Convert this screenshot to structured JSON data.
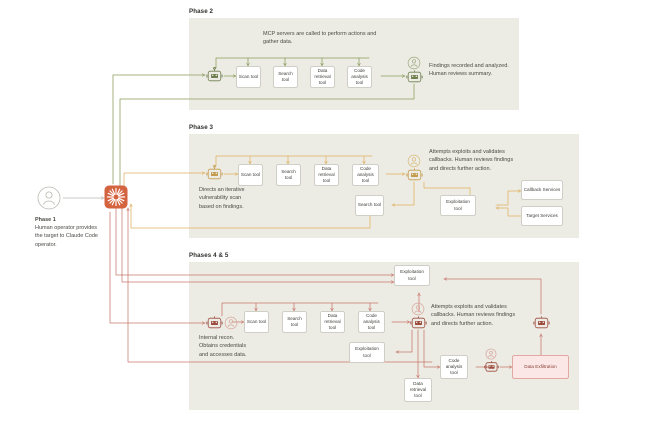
{
  "diagram": {
    "title_hidden": "",
    "colors": {
      "panel_bg": "#ecece4",
      "phase2_accent": "#8a9a5b",
      "phase3_accent": "#e0b062",
      "phase45_accent": "#c9776c",
      "hub": "#d4633f",
      "danger_fill": "#fbe7e6",
      "danger_stroke": "#e2a9a3",
      "box_stroke": "#cfcfc7",
      "text": "#3d3d3a"
    },
    "phase1": {
      "icon": "person-icon",
      "title": "Phase 1",
      "body": "Human operator provides the target to Claude Code operator.",
      "hub_icon": "claude-starburst-icon"
    },
    "panels": [
      {
        "id": "phase2",
        "label": "Phase 2",
        "caption": "MCP servers are called to perform actions and gather data.",
        "agent_icon": "robot-icon",
        "tools": [
          "Scan tool",
          "Search tool",
          "Data retrieval tool",
          "Code analysis tool"
        ],
        "review_icons": [
          "person-icon",
          "robot-icon"
        ],
        "review_text": "Findings recorded and analyzed. Human reviews summary."
      },
      {
        "id": "phase3",
        "label": "Phase 3",
        "agent_icon": "robot-icon",
        "agent_text": "Directs an iterative vulnerability scan based on findings.",
        "tools": [
          "Scan tool",
          "Search tool",
          "Data retrieval tool",
          "Code analysis tool"
        ],
        "review_icons": [
          "person-icon",
          "robot-icon"
        ],
        "review_text": "Attempts exploits and validates callbacks. Human reviews findings and directs further action.",
        "lower_tools": [
          "Search tool",
          "Exploitation tool"
        ],
        "services": [
          "Callback Services",
          "Target Services"
        ]
      },
      {
        "id": "phase45",
        "label": "Phases 4 & 5",
        "agent_icons": [
          "robot-icon",
          "person-icon"
        ],
        "agent_text": "Internal recon. Obtains credentials and accesses data.",
        "tools": [
          "Scan tool",
          "Search tool",
          "Data retrieval tool",
          "Code analysis tool"
        ],
        "top_tool": "Exploitation tool",
        "review_icons": [
          "person-icon",
          "robot-icon"
        ],
        "review_text": "Attempts exploits and validates callbacks. Human reviews findings and directs further action.",
        "mid_tool": "Exploitation tool",
        "bottom_tool": "Data retrieval tool",
        "analysis_tool": "Code analysis tool",
        "exfil_icons": [
          "person-icon",
          "robot-icon"
        ],
        "exfil_label": "Data Exfiltration",
        "right_agent_icon": "robot-icon"
      }
    ]
  }
}
